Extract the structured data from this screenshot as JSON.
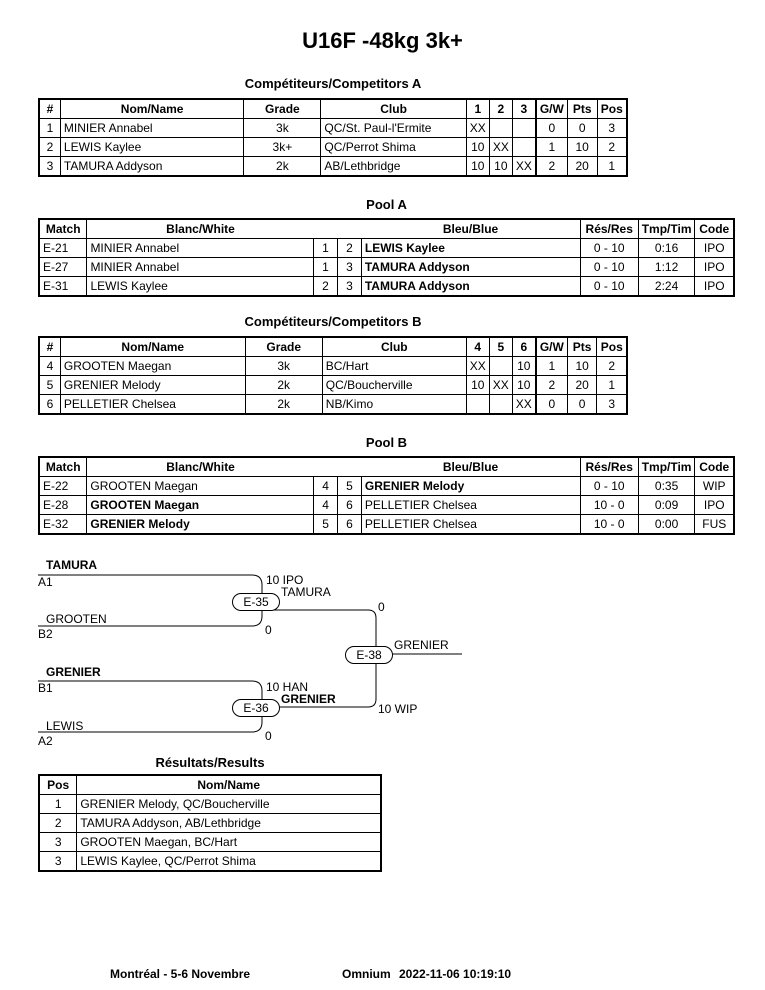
{
  "title": "U16F -48kg 3k+",
  "poolA_competitors": {
    "heading": "Compétiteurs/Competitors A",
    "headers": {
      "num": "#",
      "name": "Nom/Name",
      "grade": "Grade",
      "club": "Club",
      "r1": "1",
      "r2": "2",
      "r3": "3",
      "gw": "G/W",
      "pts": "Pts",
      "pos": "Pos"
    },
    "rows": [
      {
        "num": "1",
        "name": "MINIER Annabel",
        "grade": "3k",
        "club": "QC/St. Paul-l'Ermite",
        "r1": "XX",
        "r2": "",
        "r3": "",
        "gw": "0",
        "pts": "0",
        "pos": "3"
      },
      {
        "num": "2",
        "name": "LEWIS Kaylee",
        "grade": "3k+",
        "club": "QC/Perrot Shima",
        "r1": "10",
        "r2": "XX",
        "r3": "",
        "gw": "1",
        "pts": "10",
        "pos": "2"
      },
      {
        "num": "3",
        "name": "TAMURA Addyson",
        "grade": "2k",
        "club": "AB/Lethbridge",
        "r1": "10",
        "r2": "10",
        "r3": "XX",
        "gw": "2",
        "pts": "20",
        "pos": "1"
      }
    ]
  },
  "poolA_matches": {
    "heading": "Pool A",
    "headers": {
      "match": "Match",
      "white": "Blanc/White",
      "blue": "Bleu/Blue",
      "res": "Rés/Res",
      "time": "Tmp/Tim",
      "code": "Code"
    },
    "rows": [
      {
        "match": "E-21",
        "white": "MINIER Annabel",
        "wn": "1",
        "bn": "2",
        "blue": "LEWIS Kaylee",
        "res": "0 - 10",
        "time": "0:16",
        "code": "IPO",
        "winner": "blue"
      },
      {
        "match": "E-27",
        "white": "MINIER Annabel",
        "wn": "1",
        "bn": "3",
        "blue": "TAMURA Addyson",
        "res": "0 - 10",
        "time": "1:12",
        "code": "IPO",
        "winner": "blue"
      },
      {
        "match": "E-31",
        "white": "LEWIS Kaylee",
        "wn": "2",
        "bn": "3",
        "blue": "TAMURA Addyson",
        "res": "0 - 10",
        "time": "2:24",
        "code": "IPO",
        "winner": "blue"
      }
    ]
  },
  "poolB_competitors": {
    "heading": "Compétiteurs/Competitors B",
    "headers": {
      "num": "#",
      "name": "Nom/Name",
      "grade": "Grade",
      "club": "Club",
      "r1": "4",
      "r2": "5",
      "r3": "6",
      "gw": "G/W",
      "pts": "Pts",
      "pos": "Pos"
    },
    "rows": [
      {
        "num": "4",
        "name": "GROOTEN Maegan",
        "grade": "3k",
        "club": "BC/Hart",
        "r1": "XX",
        "r2": "",
        "r3": "10",
        "gw": "1",
        "pts": "10",
        "pos": "2"
      },
      {
        "num": "5",
        "name": "GRENIER Melody",
        "grade": "2k",
        "club": "QC/Boucherville",
        "r1": "10",
        "r2": "XX",
        "r3": "10",
        "gw": "2",
        "pts": "20",
        "pos": "1"
      },
      {
        "num": "6",
        "name": "PELLETIER Chelsea",
        "grade": "2k",
        "club": "NB/Kimo",
        "r1": "",
        "r2": "",
        "r3": "XX",
        "gw": "0",
        "pts": "0",
        "pos": "3"
      }
    ]
  },
  "poolB_matches": {
    "heading": "Pool B",
    "headers": {
      "match": "Match",
      "white": "Blanc/White",
      "blue": "Bleu/Blue",
      "res": "Rés/Res",
      "time": "Tmp/Tim",
      "code": "Code"
    },
    "rows": [
      {
        "match": "E-22",
        "white": "GROOTEN Maegan",
        "wn": "4",
        "bn": "5",
        "blue": "GRENIER Melody",
        "res": "0 - 10",
        "time": "0:35",
        "code": "WIP",
        "winner": "blue"
      },
      {
        "match": "E-28",
        "white": "GROOTEN Maegan",
        "wn": "4",
        "bn": "6",
        "blue": "PELLETIER Chelsea",
        "res": "10 - 0",
        "time": "0:09",
        "code": "IPO",
        "winner": "white"
      },
      {
        "match": "E-32",
        "white": "GRENIER Melody",
        "wn": "5",
        "bn": "6",
        "blue": "PELLETIER Chelsea",
        "res": "10 - 0",
        "time": "0:00",
        "code": "FUS",
        "winner": "white"
      }
    ]
  },
  "bracket": {
    "semi1": {
      "top_name": "TAMURA",
      "top_seed": "A1",
      "top_score": "10 IPO",
      "bottom_name": "GROOTEN",
      "bottom_seed": "B2",
      "bottom_score": "0",
      "match": "E-35",
      "winner": "TAMURA"
    },
    "semi2": {
      "top_name": "GRENIER",
      "top_seed": "B1",
      "top_score": "10 HAN",
      "bottom_name": "LEWIS",
      "bottom_seed": "A2",
      "bottom_score": "0",
      "match": "E-36",
      "winner": "GRENIER"
    },
    "final": {
      "match": "E-38",
      "top_score": "0",
      "bottom_score": "10 WIP",
      "winner": "GRENIER"
    }
  },
  "results": {
    "heading": "Résultats/Results",
    "headers": {
      "pos": "Pos",
      "name": "Nom/Name"
    },
    "rows": [
      {
        "pos": "1",
        "name": "GRENIER Melody, QC/Boucherville"
      },
      {
        "pos": "2",
        "name": "TAMURA Addyson, AB/Lethbridge"
      },
      {
        "pos": "3",
        "name": "GROOTEN Maegan, BC/Hart"
      },
      {
        "pos": "3",
        "name": "LEWIS Kaylee, QC/Perrot Shima"
      }
    ]
  },
  "footer": {
    "location": "Montréal - 5-6 Novembre",
    "event": "Omnium",
    "timestamp": "2022-11-06 10:19:10"
  }
}
